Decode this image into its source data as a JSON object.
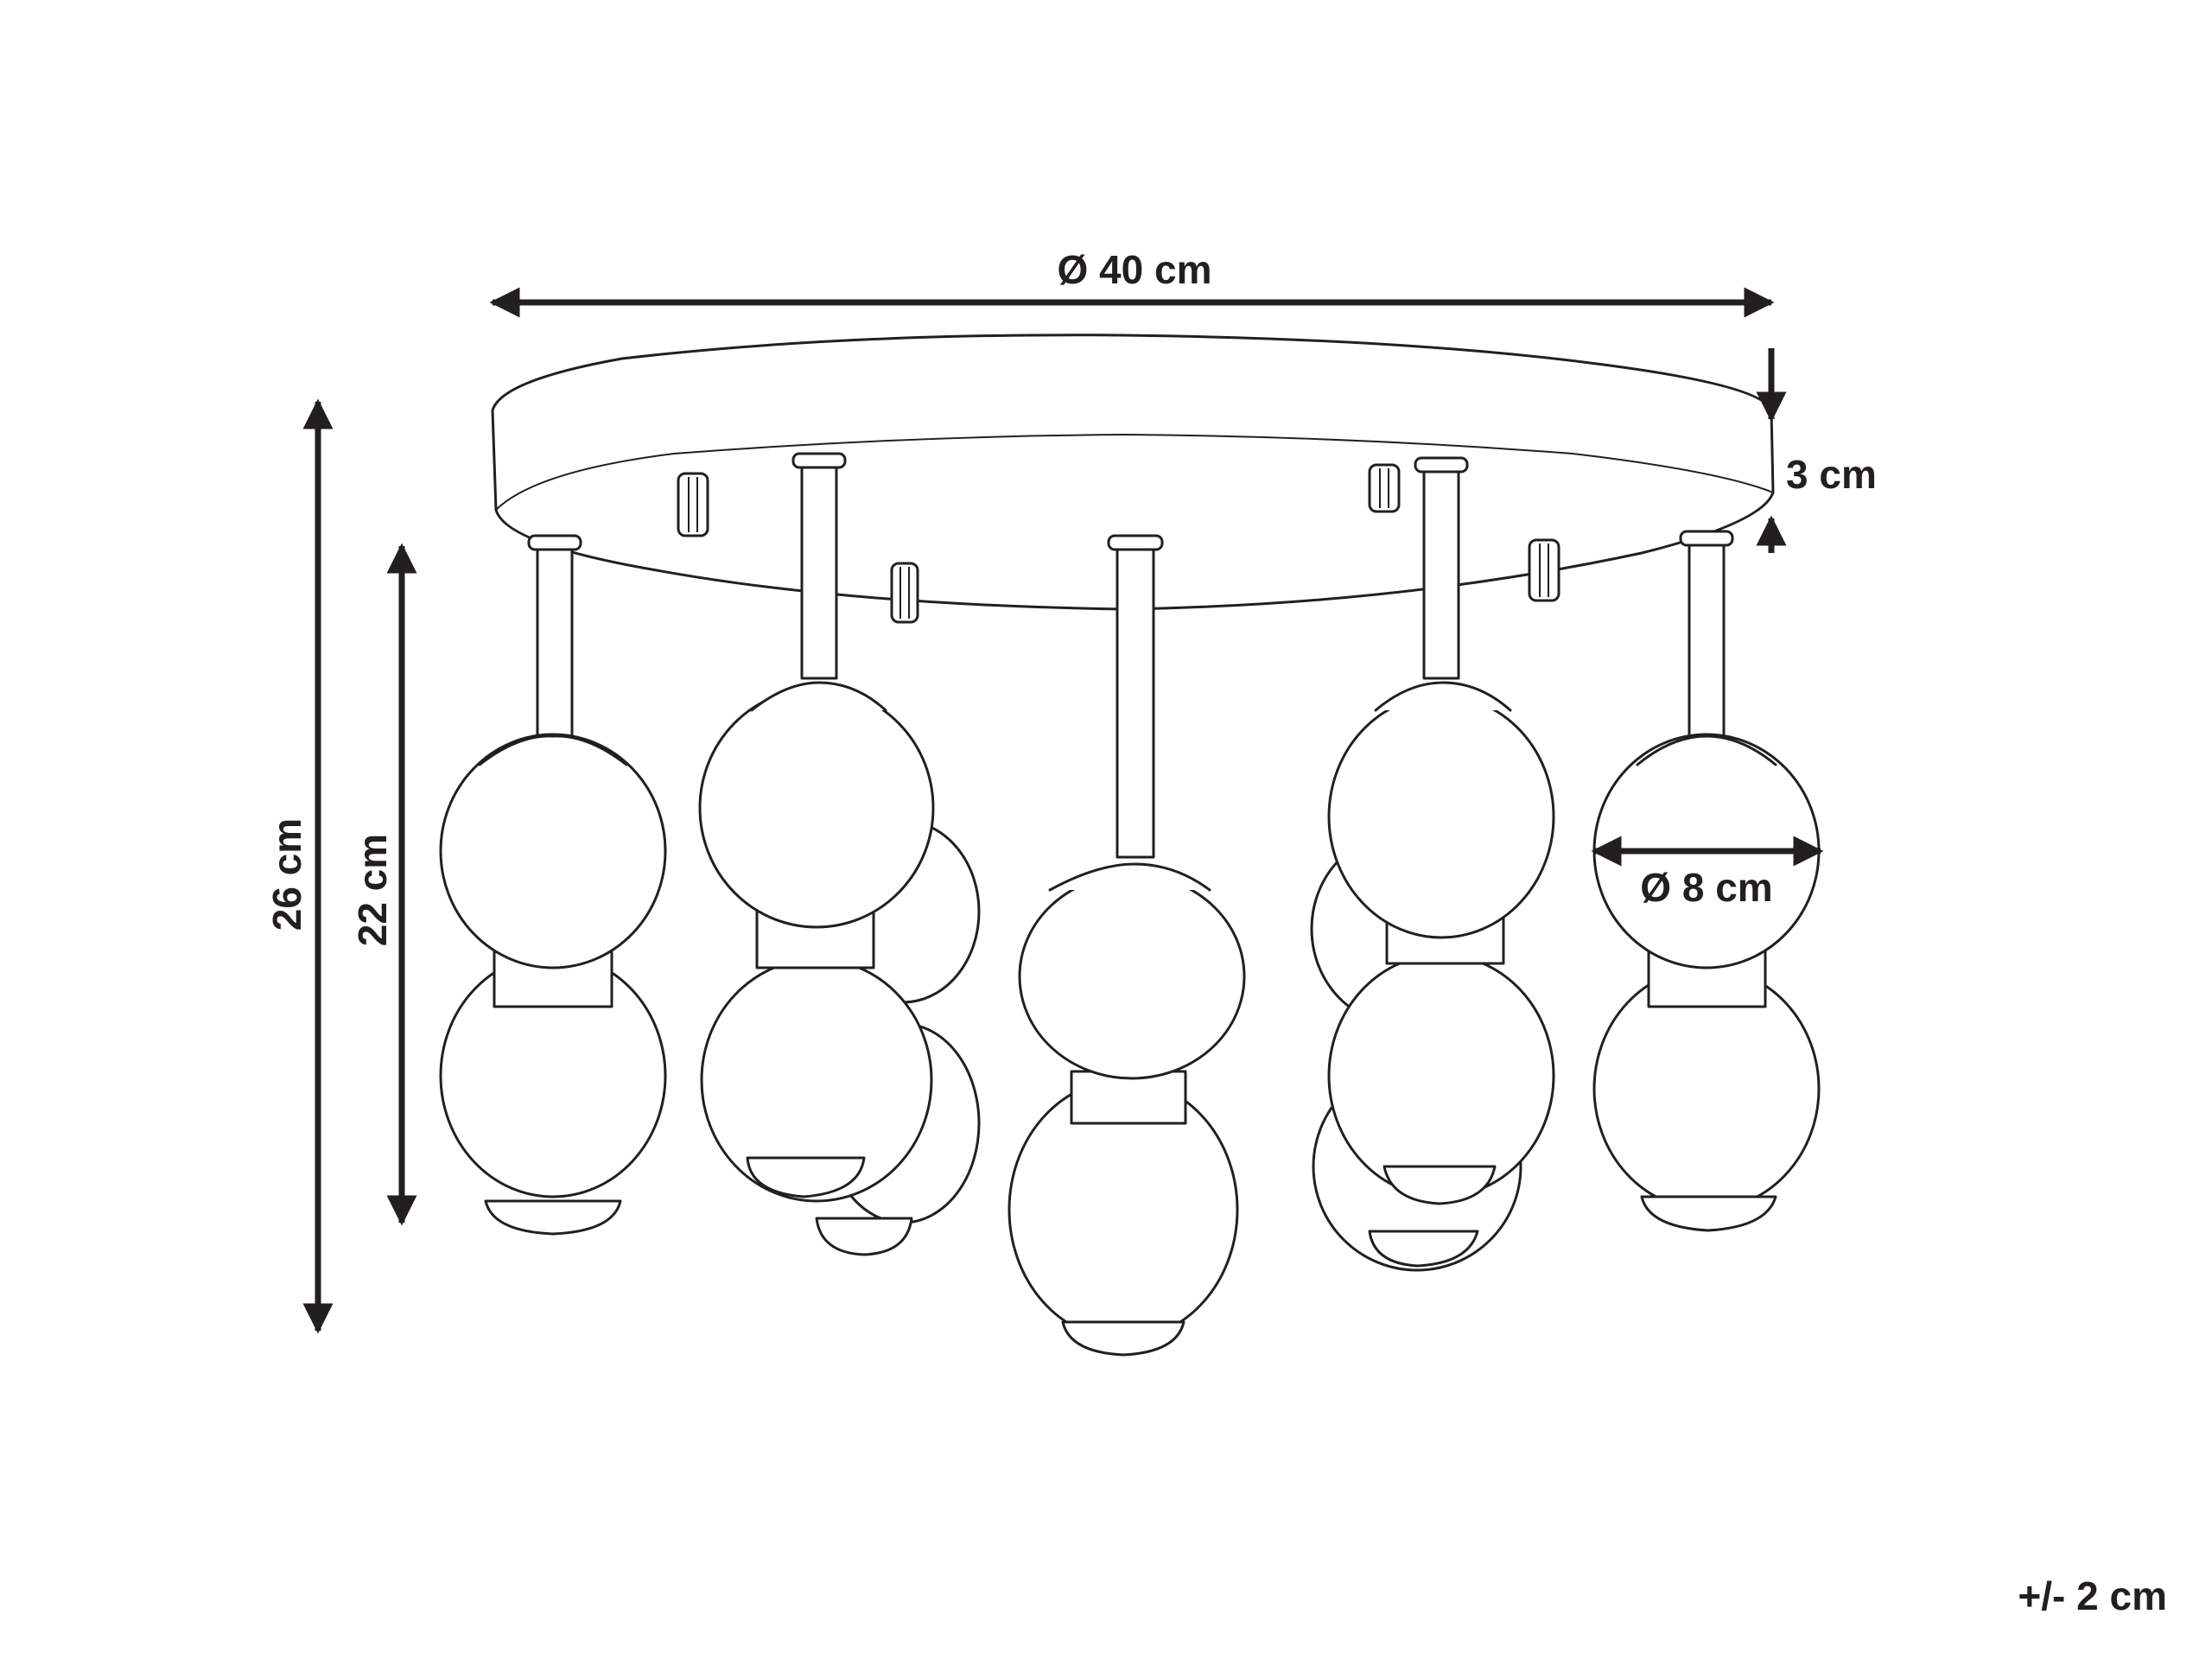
{
  "diagram": {
    "diameter_label": "Ø 40 cm",
    "canopy_height_label": "3 cm",
    "total_height_label": "26 cm",
    "drop_height_label": "22 cm",
    "globe_diameter_label": "Ø 8 cm",
    "tolerance_label": "+/- 2 cm"
  },
  "icons": {
    "fixture": "ceiling-lamp-line-drawing"
  }
}
